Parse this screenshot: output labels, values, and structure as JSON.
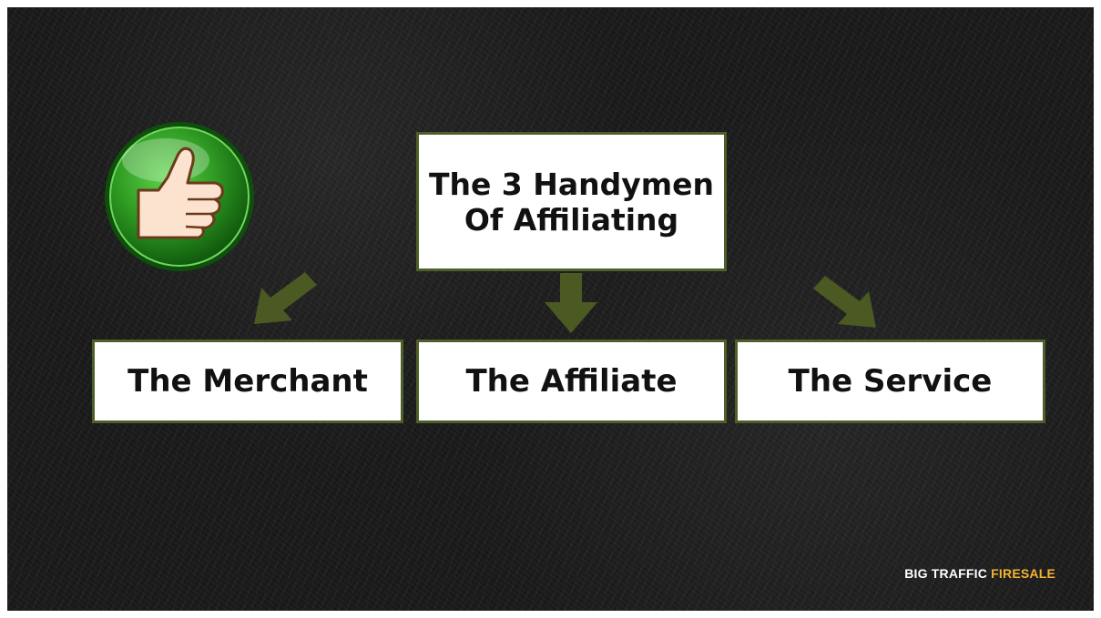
{
  "diagram": {
    "title": "The 3 Handymen Of Affiliating",
    "items": [
      {
        "label": "The Merchant"
      },
      {
        "label": "The Affiliate"
      },
      {
        "label": "The Service"
      }
    ]
  },
  "icons": {
    "thumb": "thumbs-up-icon"
  },
  "brand": {
    "part1": "BIG TRAFFIC",
    "part2": "FIRESALE"
  },
  "colors": {
    "box_border": "#4e5f27",
    "arrow": "#4a5a22",
    "brand_accent": "#f2b330",
    "badge_green": "#2c8a1f"
  }
}
